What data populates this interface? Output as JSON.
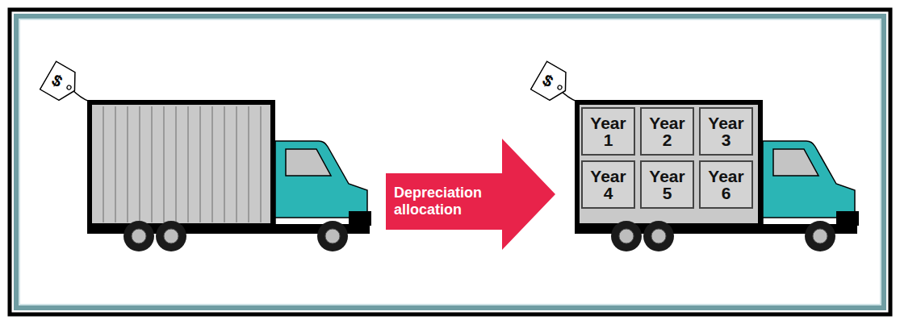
{
  "diagram": {
    "nodes": [
      {
        "text": [
          "$"
        ]
      },
      {
        "text": [
          "Depreciation allocation"
        ]
      },
      {
        "text": [
          "$"
        ]
      },
      {
        "text": [
          "Year 1"
        ]
      },
      {
        "text": [
          "Year 2"
        ]
      },
      {
        "text": [
          "Year 3"
        ]
      },
      {
        "text": [
          "Year 4"
        ]
      },
      {
        "text": [
          "Year 5"
        ]
      },
      {
        "text": [
          "Year 6"
        ]
      }
    ]
  }
}
